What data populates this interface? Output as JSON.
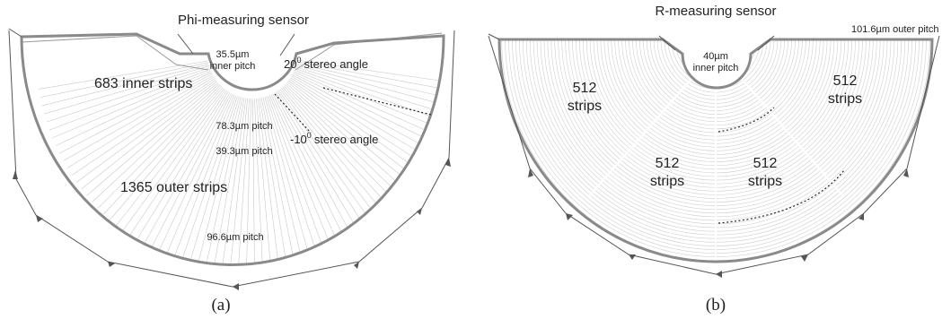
{
  "panel_a": {
    "title": "Phi-measuring sensor",
    "inner_pitch_value": "35.5µm",
    "inner_pitch_label": "inner pitch",
    "stereo_angle_pos": "20",
    "stereo_angle_pos_suffix": "stereo angle",
    "stereo_angle_neg": "-10",
    "stereo_angle_neg_suffix": "stereo angle",
    "angle_superscript": "0",
    "inner_strips": "683 inner strips",
    "pitch_78": "78.3µm pitch",
    "pitch_39": "39.3µm pitch",
    "outer_strips": "1365 outer strips",
    "pitch_96": "96.6µm pitch",
    "caption": "(a)"
  },
  "panel_b": {
    "title": "R-measuring sensor",
    "outer_pitch": "101.6µm outer pitch",
    "inner_pitch_value": "40µm",
    "inner_pitch_label": "inner pitch",
    "sector_count": "512",
    "sector_unit": "strips",
    "caption": "(b)"
  }
}
